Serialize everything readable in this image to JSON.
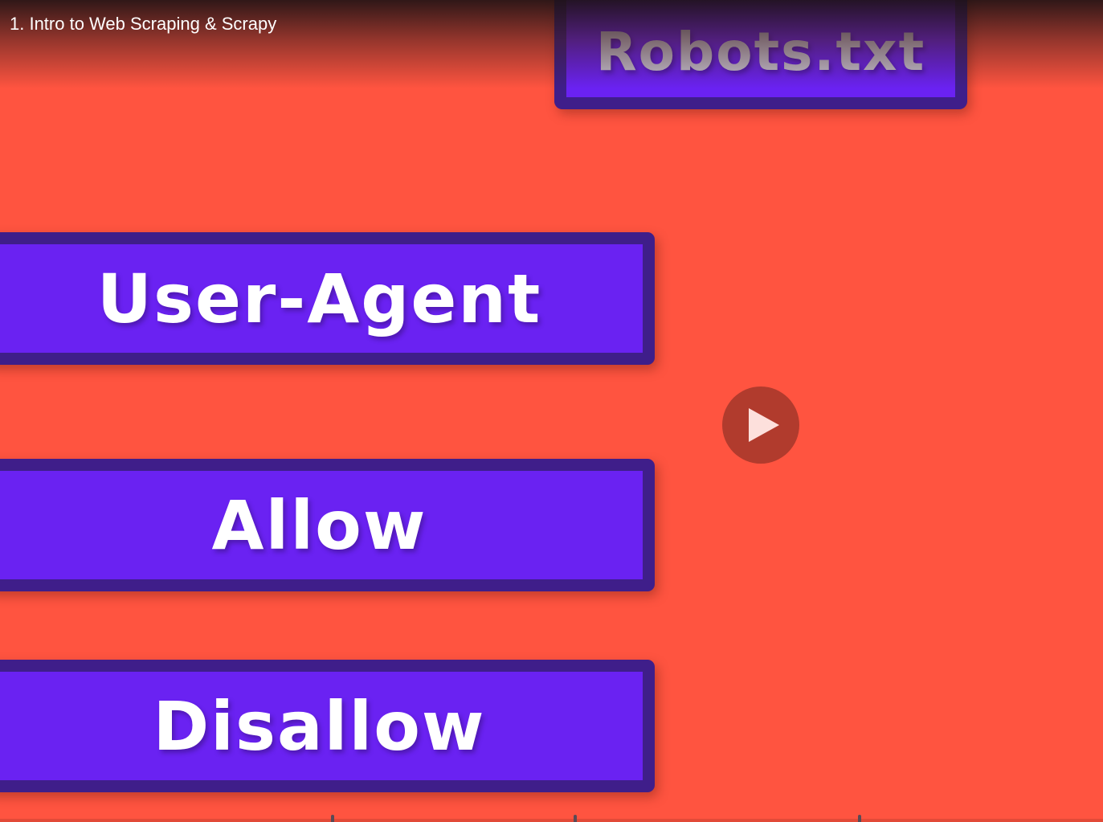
{
  "player": {
    "video_title": "1. Intro to Web Scraping & Scrapy",
    "play_icon": "play-icon"
  },
  "slide": {
    "title_box": "Robots.txt",
    "boxes": [
      {
        "label": "User-Agent"
      },
      {
        "label": "Allow"
      },
      {
        "label": "Disallow"
      }
    ]
  },
  "colors": {
    "background": "#ff5440",
    "box_fill": "#6a22f2",
    "box_border": "#3f1e8a",
    "play_button": "#b13b2d"
  }
}
